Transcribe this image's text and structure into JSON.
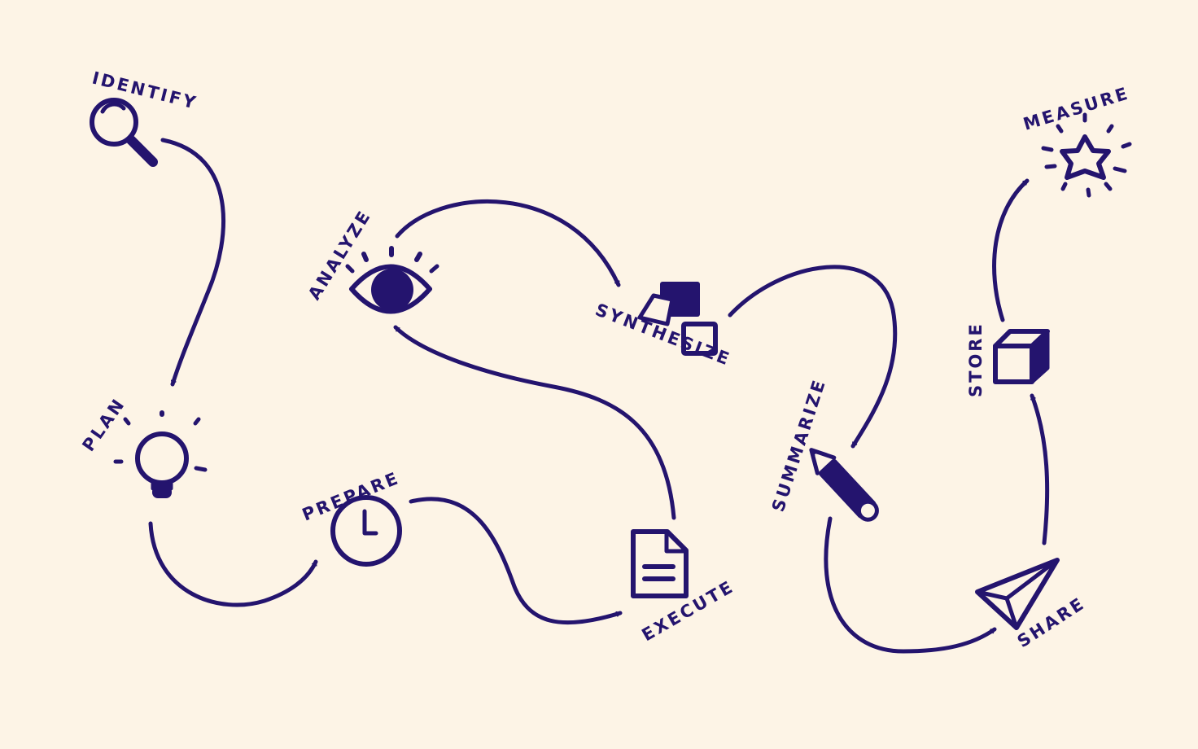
{
  "colors": {
    "background": "#fdf4e6",
    "ink": "#24146e"
  },
  "steps": [
    {
      "key": "identify",
      "label": "IDENTIFY",
      "icon": "magnifying-glass-icon"
    },
    {
      "key": "plan",
      "label": "PLAN",
      "icon": "lightbulb-icon"
    },
    {
      "key": "prepare",
      "label": "PREPARE",
      "icon": "clock-icon"
    },
    {
      "key": "execute",
      "label": "EXECUTE",
      "icon": "document-icon"
    },
    {
      "key": "analyze",
      "label": "ANALYZE",
      "icon": "eye-icon"
    },
    {
      "key": "synthesize",
      "label": "SYNTHESIZE",
      "icon": "sticky-notes-icon"
    },
    {
      "key": "summarize",
      "label": "SUMMARIZE",
      "icon": "pencil-icon"
    },
    {
      "key": "share",
      "label": "SHARE",
      "icon": "paper-plane-icon"
    },
    {
      "key": "store",
      "label": "STORE",
      "icon": "box-icon"
    },
    {
      "key": "measure",
      "label": "MEASURE",
      "icon": "star-icon"
    }
  ]
}
